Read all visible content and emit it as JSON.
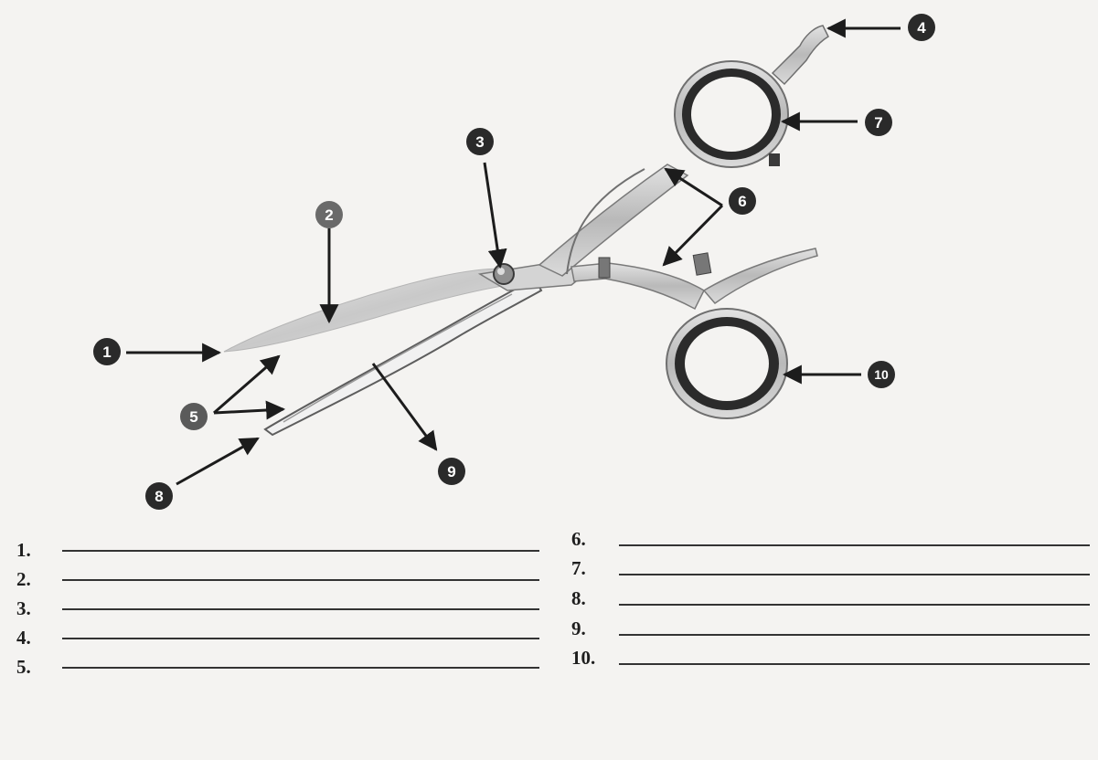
{
  "diagram": {
    "callouts": [
      {
        "id": 1,
        "label": "1"
      },
      {
        "id": 2,
        "label": "2"
      },
      {
        "id": 3,
        "label": "3"
      },
      {
        "id": 4,
        "label": "4"
      },
      {
        "id": 5,
        "label": "5"
      },
      {
        "id": 6,
        "label": "6"
      },
      {
        "id": 7,
        "label": "7"
      },
      {
        "id": 8,
        "label": "8"
      },
      {
        "id": 9,
        "label": "9"
      },
      {
        "id": 10,
        "label": "10"
      }
    ]
  },
  "answer_blanks": {
    "left": [
      "1.",
      "2.",
      "3.",
      "4.",
      "5."
    ],
    "right": [
      "6.",
      "7.",
      "8.",
      "9.",
      "10."
    ]
  }
}
